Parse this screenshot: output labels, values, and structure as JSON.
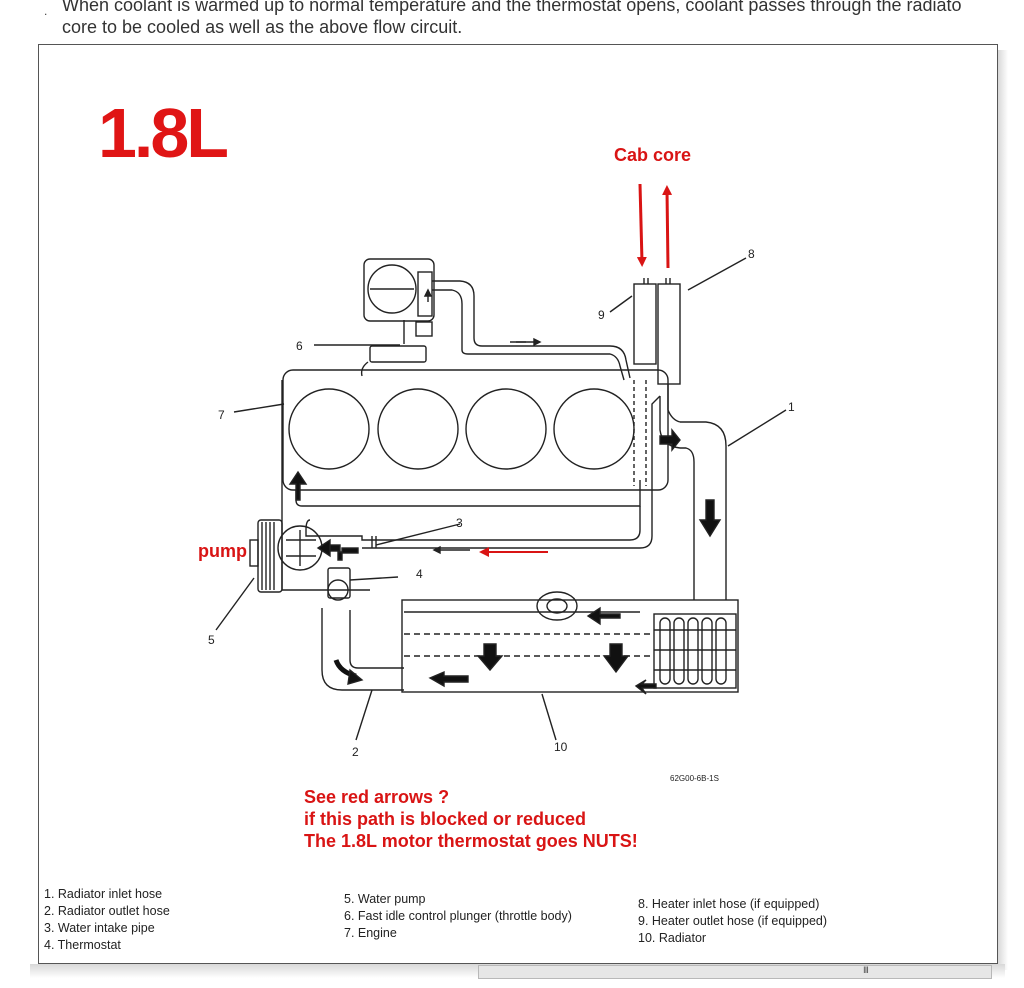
{
  "intro": {
    "line1": "When coolant is warmed up to normal temperature and the thermostat opens, coolant passes through the radiato",
    "line2": "core to be cooled as well as the above flow circuit."
  },
  "title": "1.8L",
  "labels": {
    "cab_core": "Cab core",
    "pump": "pump"
  },
  "note": {
    "line1": "See red arrows   ?",
    "line2": "if this path is blocked or reduced",
    "line3": "The 1.8L motor thermostat goes NUTS!"
  },
  "callouts": {
    "n1": "1",
    "n2": "2",
    "n3": "3",
    "n4": "4",
    "n5": "5",
    "n6": "6",
    "n7": "7",
    "n8": "8",
    "n9": "9",
    "n10": "10"
  },
  "figure_code": "62G00-6B-1S",
  "legend": {
    "col1": [
      "1. Radiator inlet hose",
      "2. Radiator outlet hose",
      "3. Water intake pipe",
      "4. Thermostat"
    ],
    "col2": [
      "5. Water pump",
      "6. Fast idle control plunger (throttle body)",
      "7. Engine"
    ],
    "col3": [
      "8. Heater inlet hose (if equipped)",
      "9. Heater outlet hose (if equipped)",
      "10. Radiator"
    ]
  },
  "scrollbar": {
    "grip": "III"
  },
  "colors": {
    "annotation_red": "#d91414",
    "title_red": "#e01515",
    "line": "#222222"
  }
}
